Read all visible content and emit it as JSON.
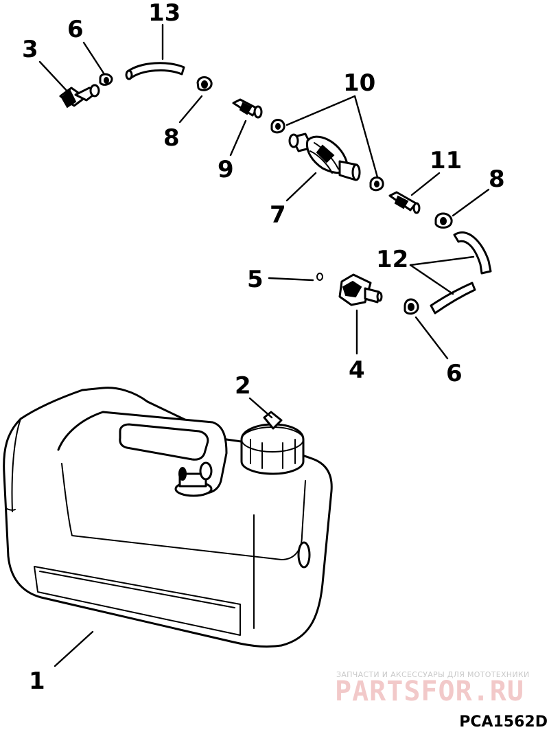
{
  "callouts": [
    {
      "id": "1",
      "label": "1"
    },
    {
      "id": "2",
      "label": "2"
    },
    {
      "id": "3",
      "label": "3"
    },
    {
      "id": "4",
      "label": "4"
    },
    {
      "id": "5",
      "label": "5"
    },
    {
      "id": "6a",
      "label": "6"
    },
    {
      "id": "6b",
      "label": "6"
    },
    {
      "id": "7",
      "label": "7"
    },
    {
      "id": "8a",
      "label": "8"
    },
    {
      "id": "8b",
      "label": "8"
    },
    {
      "id": "9",
      "label": "9"
    },
    {
      "id": "10",
      "label": "10"
    },
    {
      "id": "11",
      "label": "11"
    },
    {
      "id": "12",
      "label": "12"
    },
    {
      "id": "13",
      "label": "13"
    }
  ],
  "figure_code": "PCA1562D",
  "watermark": {
    "small_text": "ЗАПЧАСТИ И АКСЕССУАРЫ ДЛЯ МОТОТЕХНИКИ",
    "brand_text": "PARTSFOR.RU"
  }
}
